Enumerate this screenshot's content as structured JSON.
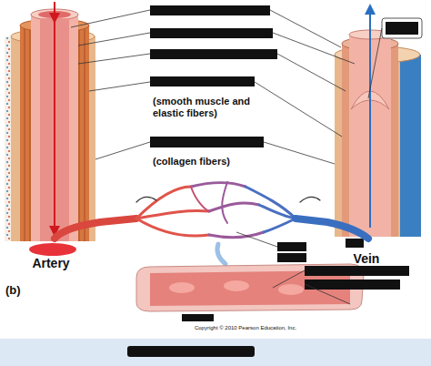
{
  "diagram": {
    "labels": [
      "(smooth muscle and elastic fibers)",
      "(collagen fibers)",
      "Artery",
      "Vein",
      "(b)",
      "Copyright © 2010 Pearson Education, Inc."
    ]
  }
}
